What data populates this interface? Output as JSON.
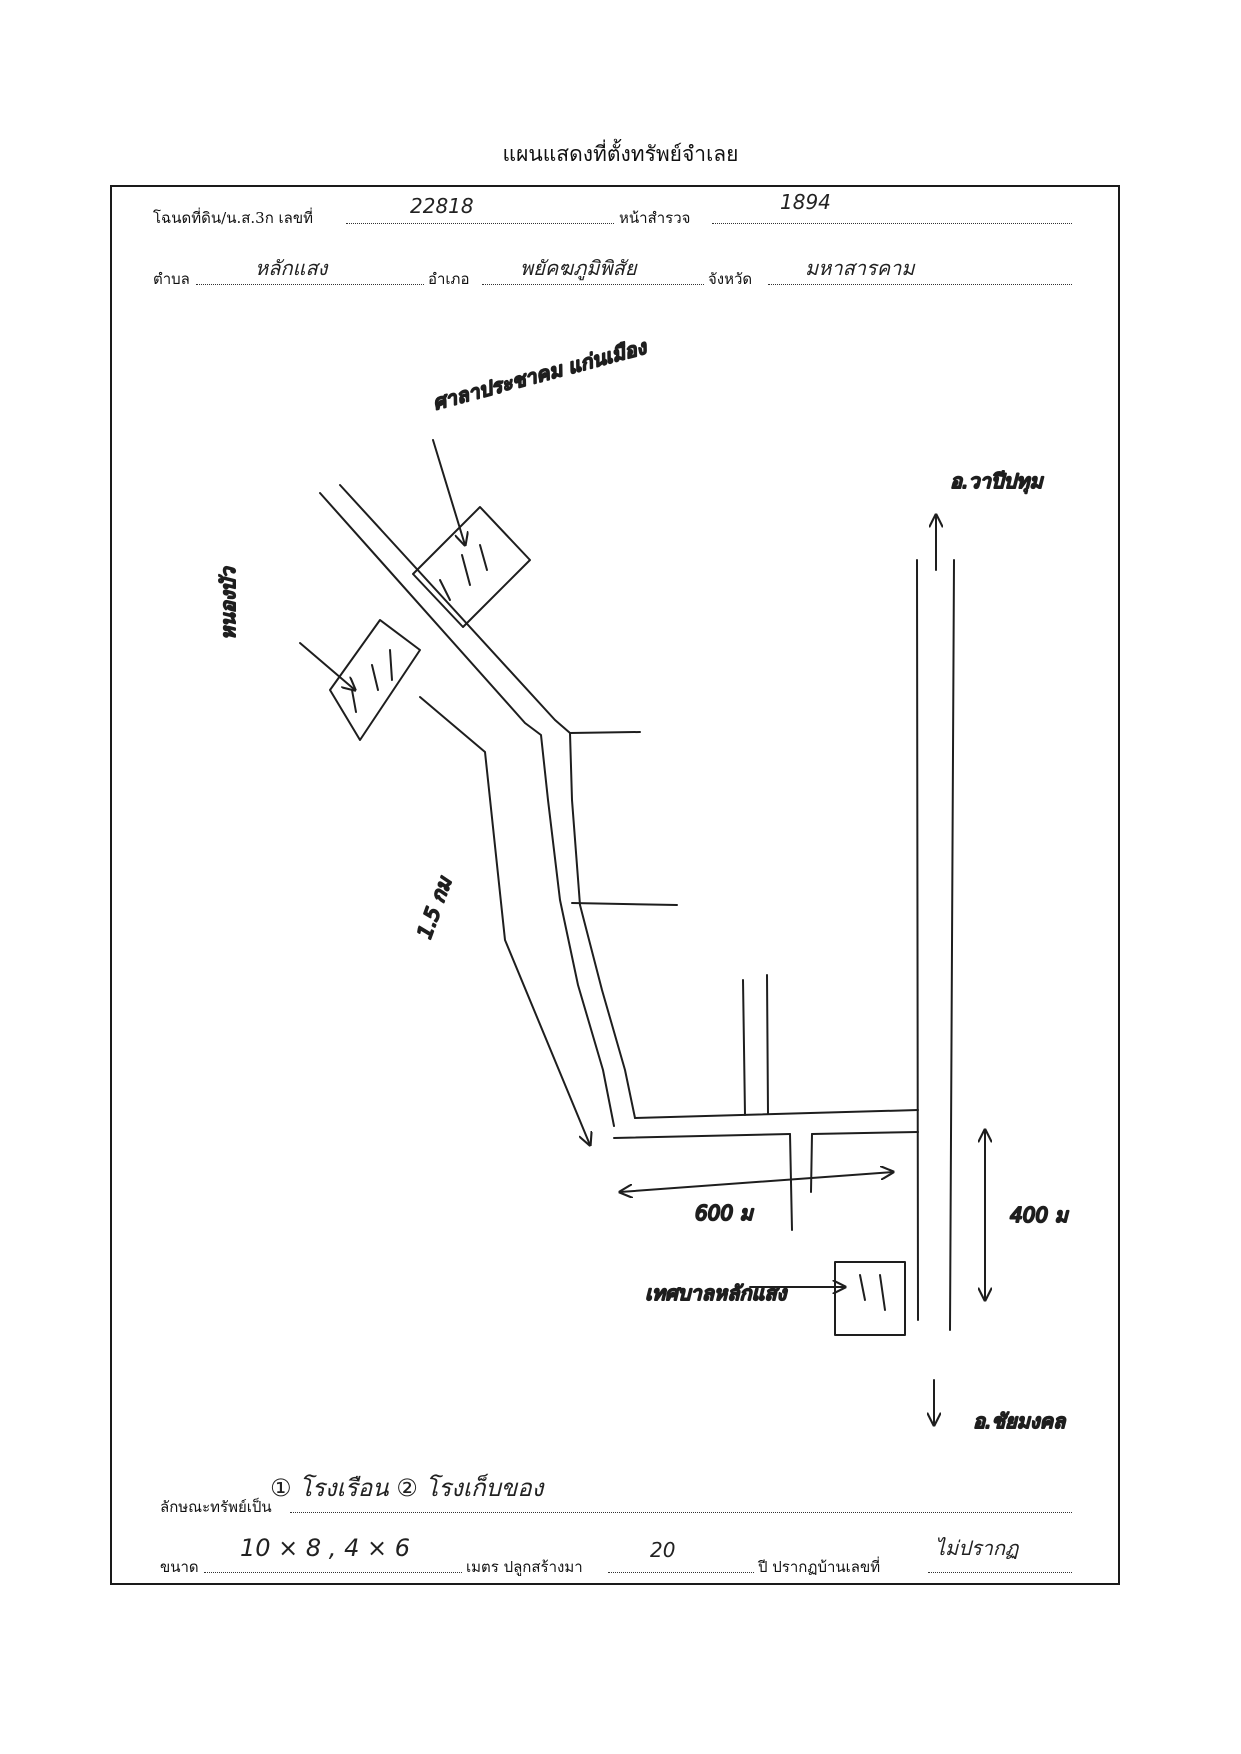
{
  "title": "แผนแสดงที่ตั้งทรัพย์จำเลย",
  "header": {
    "deed_label": "โฉนดที่ดิน/น.ส.3ก เลขที่",
    "deed_no": "22818",
    "survey_label": "หน้าสำรวจ",
    "survey_no": "1894",
    "tambon_label": "ตำบล",
    "tambon": "หลักแสง",
    "amphoe_label": "อำเภอ",
    "amphoe": "พยัคฆภูมิพิสัย",
    "province_label": "จังหวัด",
    "province": "มหาสารคาม"
  },
  "map": {
    "label_upper": "ศาลาประชาคม แก่นเมือง",
    "label_left": "หนองบัว",
    "label_north": "อ.วาปีปทุม",
    "label_south": "อ.ชัยมงคล",
    "label_distance_diag": "1.5 กม",
    "label_distance_h": "600 ม",
    "label_distance_v": "400 ม",
    "label_office": "เทศบาลหลักแสง"
  },
  "footer": {
    "type_label": "ลักษณะทรัพย์เป็น",
    "type_value": "① โรงเรือน    ② โรงเก็บของ",
    "size_label": "ขนาด",
    "size_value": "10 × 8 , 4 × 6",
    "unit_label": "เมตร ปลูกสร้างมา",
    "years": "20",
    "house_label": "ปี ปรากฏบ้านเลขที่",
    "house_no": "ไม่ปรากฏ"
  }
}
